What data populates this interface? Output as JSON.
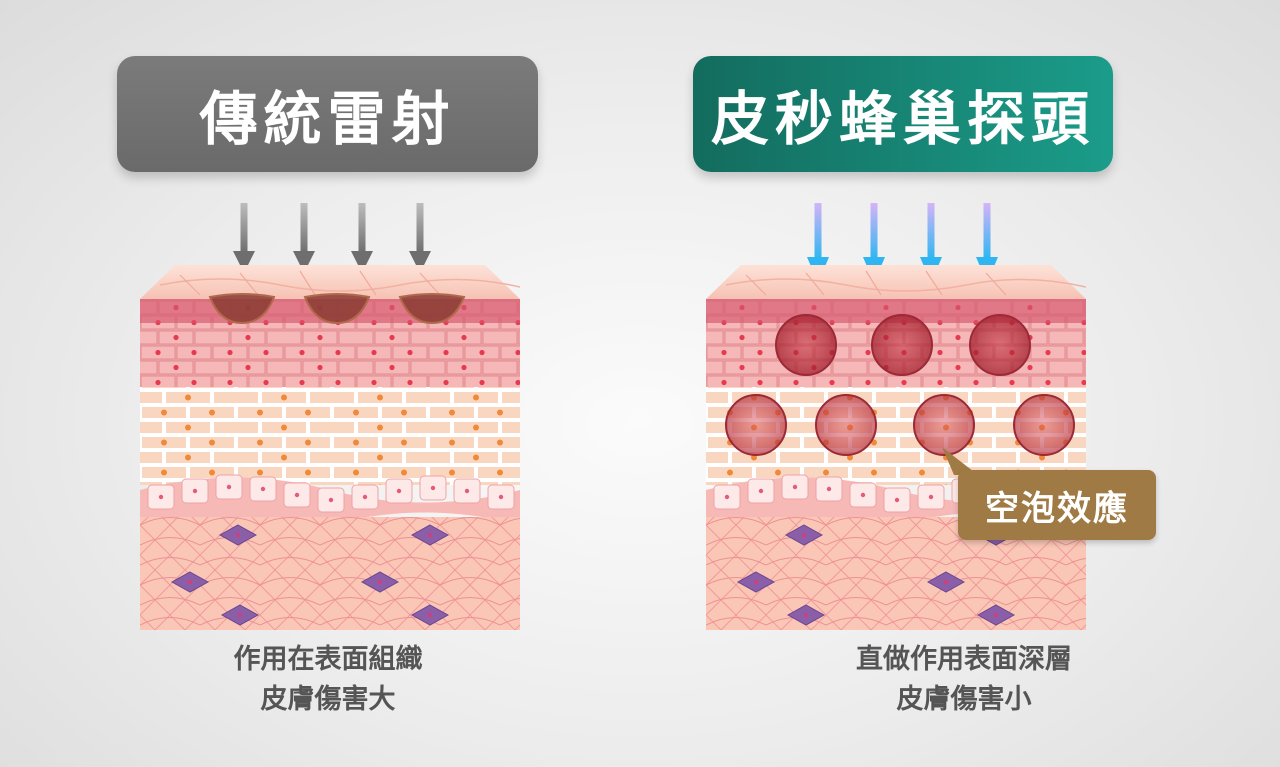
{
  "left": {
    "title": "傳統雷射",
    "caption_line1": "作用在表面組織",
    "caption_line2": "皮膚傷害大",
    "arrow_color": "#6e6e6e"
  },
  "right": {
    "title": "皮秒蜂巢探頭",
    "caption_line1": "直做作用表面深層",
    "caption_line2": "皮膚傷害小",
    "callout": "空泡效應",
    "arrow_color_top": "#c9a7f5",
    "arrow_color_bottom": "#2fb6f2",
    "callout_color": "#a07a44"
  },
  "colors": {
    "left_header": "#737373",
    "right_header": "#17836f",
    "skin_top": "#f7cabf",
    "cavity": "#c2313e"
  }
}
